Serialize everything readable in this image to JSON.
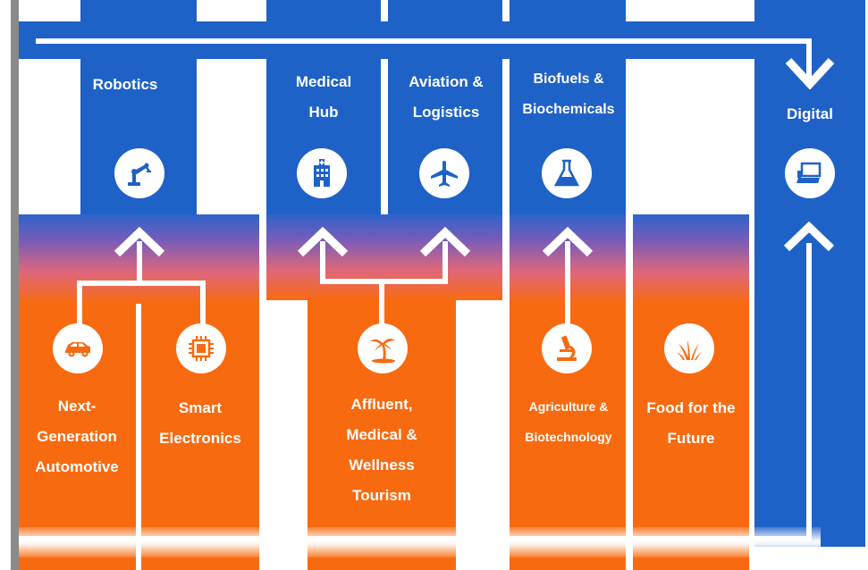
{
  "colors": {
    "blue": "#1f62c7",
    "orange": "#f86a10",
    "white": "#ffffff"
  },
  "top_sectors": [
    {
      "label": "Robotics",
      "icon": "robot-arm-icon"
    },
    {
      "label": "Medical\nHub",
      "icon": "hospital-building-icon"
    },
    {
      "label": "Aviation &\nLogistics",
      "icon": "airplane-icon"
    },
    {
      "label": "Biofuels &\nBiochemicals",
      "icon": "flask-icon"
    },
    {
      "label": "Digital",
      "icon": "laptop-icon"
    }
  ],
  "base_sectors": [
    {
      "label": "Next-\nGeneration\nAutomotive",
      "icon": "car-icon"
    },
    {
      "label": "Smart\nElectronics",
      "icon": "microchip-icon"
    },
    {
      "label": "Affluent,\nMedical &\nWellness\nTourism",
      "icon": "palm-tree-icon"
    },
    {
      "label": "Agriculture &\nBiotechnology",
      "icon": "microscope-icon"
    },
    {
      "label": "Food for the\nFuture",
      "icon": "grass-icon"
    }
  ]
}
